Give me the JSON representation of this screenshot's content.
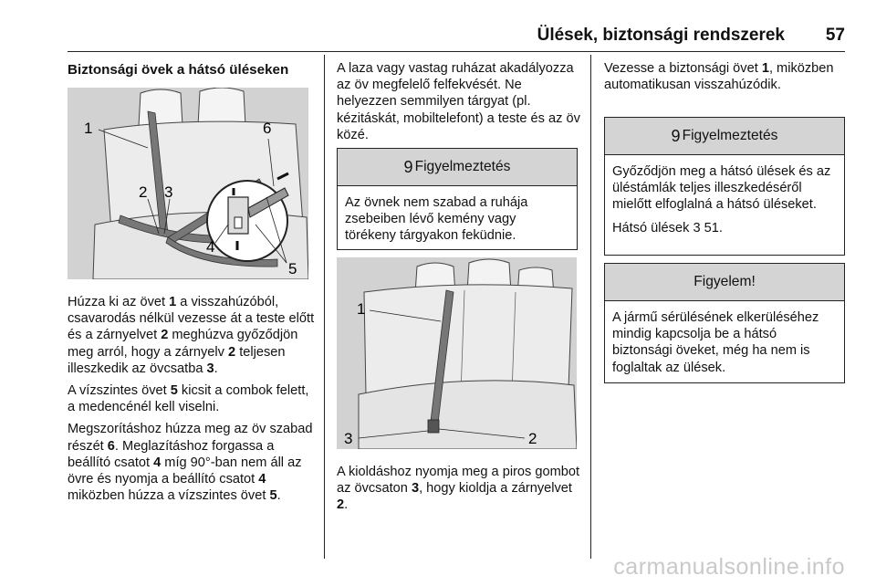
{
  "header": {
    "title": "Ülések, biztonsági rendszerek",
    "page_number": "57"
  },
  "col1": {
    "heading": "Biztonsági övek a hátsó üléseken",
    "figure_callouts": [
      "1",
      "2",
      "3",
      "4",
      "5",
      "6"
    ],
    "p1": {
      "a": "Húzza ki az övet ",
      "b": "1",
      "c": " a visszahúzóból, csavarodás nélkül vezesse át a teste előtt és a zárnyelvet ",
      "d": "2",
      "e": " meghúzva győződjön meg arról, hogy a zárnyelv ",
      "f": "2",
      "g": " teljesen illeszkedik az övcsatba ",
      "h": "3",
      "i": "."
    },
    "p2": {
      "a": "A vízszintes övet ",
      "b": "5",
      "c": " kicsit a combok felett, a medencénél kell viselni."
    },
    "p3": {
      "a": "Megszorításhoz húzza meg az öv szabad részét ",
      "b": "6",
      "c": ". Meglazításhoz forgassa a beállító csatot ",
      "d": "4",
      "e": " míg 90°-ban nem áll az övre és nyomja a beállító csatot ",
      "f": "4",
      "g": " miközben húzza a vízszintes övet ",
      "h": "5",
      "i": "."
    }
  },
  "col2": {
    "intro": "A laza vagy vastag ruházat akadályozza az öv megfelelő felfekvését. Ne helyezzen semmilyen tárgyat (pl. kézitáskát, mobiltelefont) a teste és az öv közé.",
    "warning_title": "Figyelmeztetés",
    "warning_text": "Az övnek nem szabad a ruhája zsebeiben lévő kemény vagy törékeny tárgyakon feküdnie.",
    "figure_callouts": [
      "1",
      "2",
      "3"
    ],
    "p_after": {
      "a": "A kioldáshoz nyomja meg a piros gombot az övcsaton ",
      "b": "3",
      "c": ", hogy kioldja a zárnyelvet ",
      "d": "2",
      "e": "."
    }
  },
  "col3": {
    "intro": {
      "a": "Vezesse a biztonsági övet ",
      "b": "1",
      "c": ", miközben automatikusan visszahúzódik."
    },
    "warning_title": "Figyelmeztetés",
    "warning_text": "Győződjön meg a hátsó ülések és az üléstámlák teljes illeszkedéséről mielőtt elfoglalná a hátsó üléseket.",
    "ref_text": "Hátsó ülések",
    "ref_page": "51.",
    "notice_title": "Figyelem!",
    "notice_text": "A jármű sérülésének elkerüléséhez mindig kapcsolja be a hátsó biztonsági öveket, még ha nem is foglaltak az ülések."
  },
  "warning_symbol": "9",
  "ref_arrow": "3",
  "watermark": "carmanualsonline.info"
}
